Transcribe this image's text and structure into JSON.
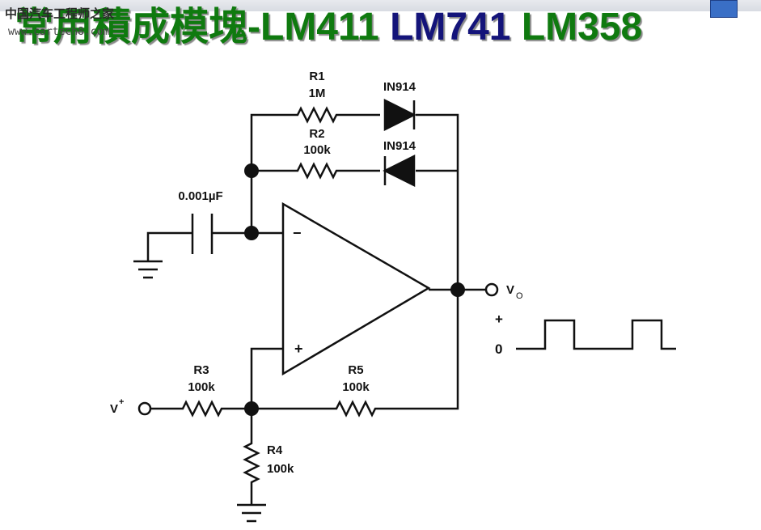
{
  "watermark": {
    "site_name": "中国汽车工程师之家",
    "url": "www.cartech8.com"
  },
  "title": {
    "prefix": "常用積成模塊",
    "dash": "-",
    "part1": "LM411",
    "part2": "LM741",
    "part3": "LM358"
  },
  "components": {
    "r1": {
      "name": "R1",
      "value": "1M"
    },
    "r2": {
      "name": "R2",
      "value": "100k"
    },
    "r3": {
      "name": "R3",
      "value": "100k"
    },
    "r4": {
      "name": "R4",
      "value": "100k"
    },
    "r5": {
      "name": "R5",
      "value": "100k"
    },
    "d1": {
      "name": "IN914"
    },
    "d2": {
      "name": "IN914"
    },
    "capacitor": {
      "value": "0.001µF"
    }
  },
  "terminals": {
    "vplus": "V",
    "vplus_sup": "+",
    "vout": "V",
    "vout_sub": "O"
  },
  "opamp": {
    "minus": "−",
    "plus": "+"
  },
  "waveform": {
    "high_label": "+",
    "low_label": "0"
  },
  "colors": {
    "title_green": "#0f7a0f",
    "title_navy": "#14147a",
    "wire": "#111111",
    "accent_box": "#3a6fc6"
  }
}
